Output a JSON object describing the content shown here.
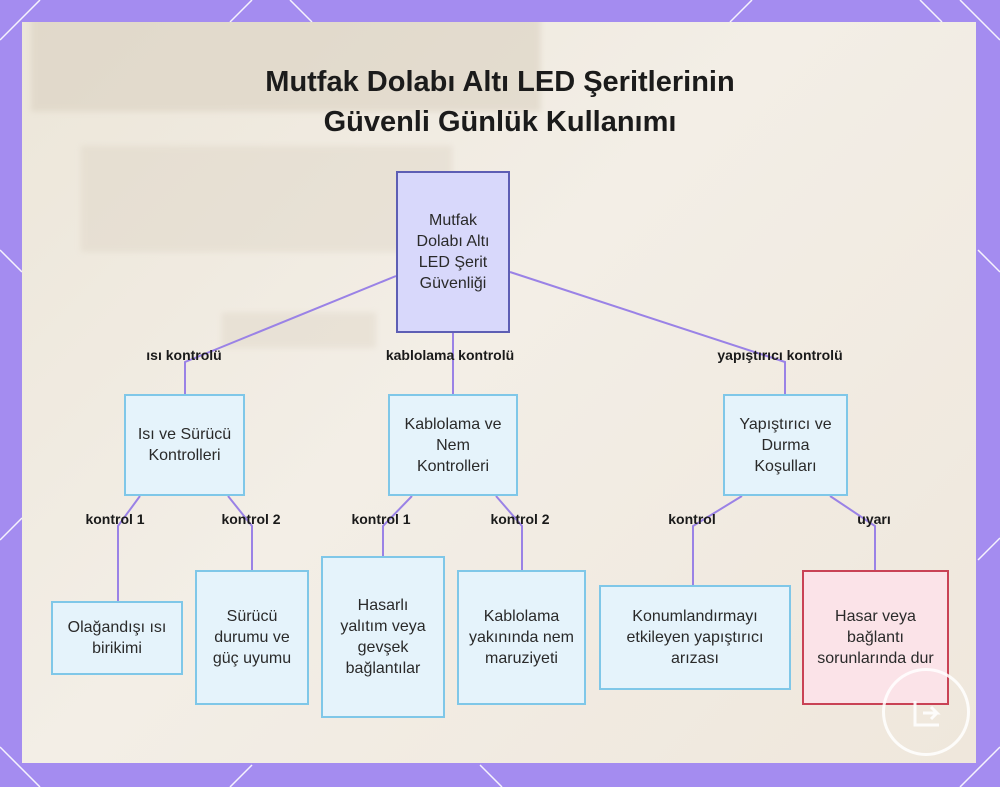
{
  "diagram": {
    "title_line1": "Mutfak Dolabı Altı LED Şeritlerinin",
    "title_line2": "Güvenli Günlük Kullanımı",
    "root": "Mutfak Dolabı Altı LED Şerit Güvenliği",
    "branches": [
      {
        "edge_label": "ısı kontrolü",
        "label": "Isı ve Sürücü Kontrolleri",
        "children": [
          {
            "edge_label": "kontrol 1",
            "label": "Olağandışı ısı birikimi"
          },
          {
            "edge_label": "kontrol 2",
            "label": "Sürücü durumu ve güç uyumu"
          }
        ]
      },
      {
        "edge_label": "kablolama kontrolü",
        "label": "Kablolama ve Nem Kontrolleri",
        "children": [
          {
            "edge_label": "kontrol 1",
            "label": "Hasarlı yalıtım veya gevşek bağlantılar"
          },
          {
            "edge_label": "kontrol 2",
            "label": "Kablolama yakınında nem maruziyeti"
          }
        ]
      },
      {
        "edge_label": "yapıştırıcı kontrolü",
        "label": "Yapıştırıcı ve Durma Koşulları",
        "children": [
          {
            "edge_label": "kontrol",
            "label": "Konumlandırmayı etkileyen yapıştırıcı arızası"
          },
          {
            "edge_label": "uyarı",
            "label": "Hasar veya bağlantı sorunlarında dur"
          }
        ]
      }
    ]
  },
  "colors": {
    "frame": "#a48cf0",
    "root_fill": "#d8d8fb",
    "root_border": "#5d5eb4",
    "node_fill": "#e5f3fb",
    "node_border": "#7fc7e8",
    "warn_fill": "#fbe3e8",
    "warn_border": "#c94255",
    "edge": "#9a82e6"
  }
}
